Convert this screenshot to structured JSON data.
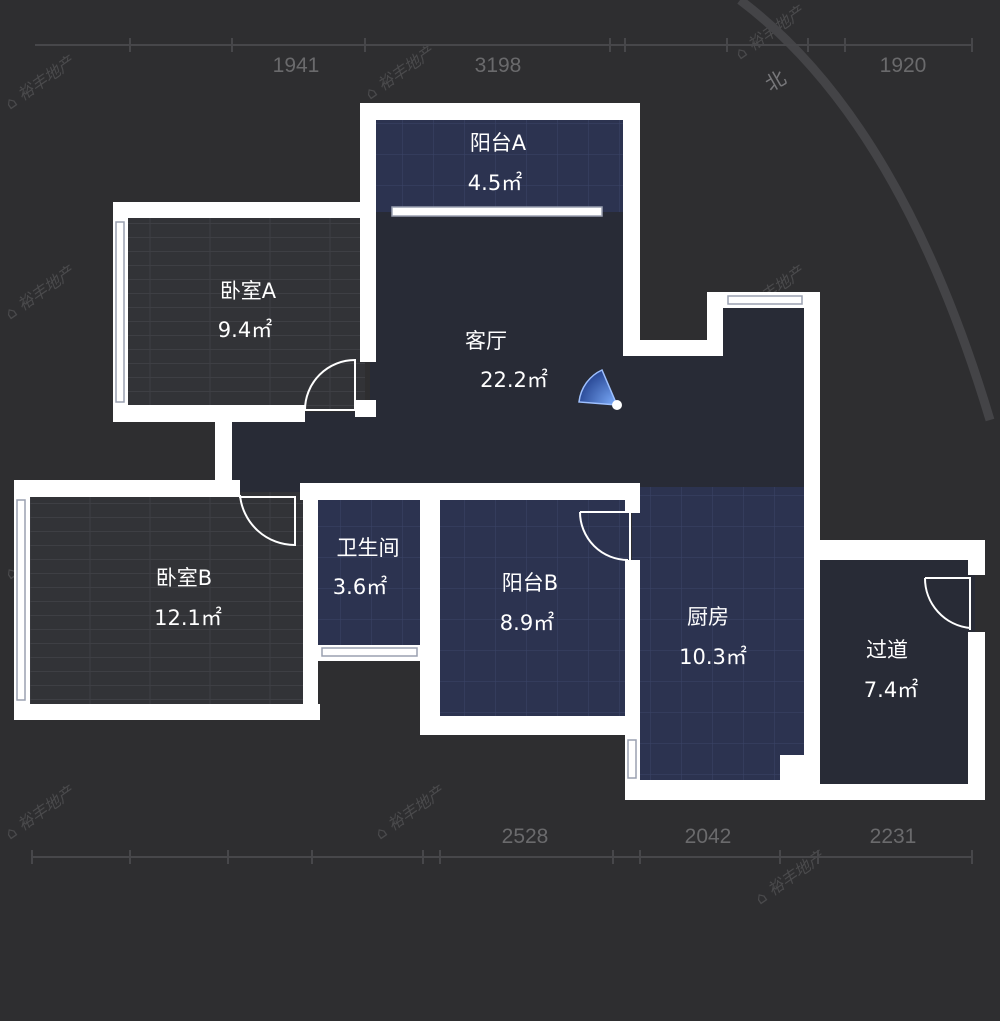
{
  "watermark": "裕丰地产",
  "compass": {
    "north_label": "北"
  },
  "dimensions": {
    "top": [
      "1941",
      "3198",
      "1920"
    ],
    "bottom": [
      "2528",
      "2042",
      "2231"
    ]
  },
  "rooms": [
    {
      "name": "阳台A",
      "area": "4.5㎡"
    },
    {
      "name": "卧室A",
      "area": "9.4㎡"
    },
    {
      "name": "客厅",
      "area": "22.2㎡"
    },
    {
      "name": "卧室B",
      "area": "12.1㎡"
    },
    {
      "name": "卫生间",
      "area": "3.6㎡"
    },
    {
      "name": "阳台B",
      "area": "8.9㎡"
    },
    {
      "name": "厨房",
      "area": "10.3㎡"
    },
    {
      "name": "过道",
      "area": "7.4㎡"
    }
  ],
  "colors": {
    "background": "#2e2e30",
    "wall": "#ffffff",
    "tile": "#2c3350",
    "wood": "#333438",
    "living": "#282b36",
    "view_cone": "#5b8fe0"
  }
}
